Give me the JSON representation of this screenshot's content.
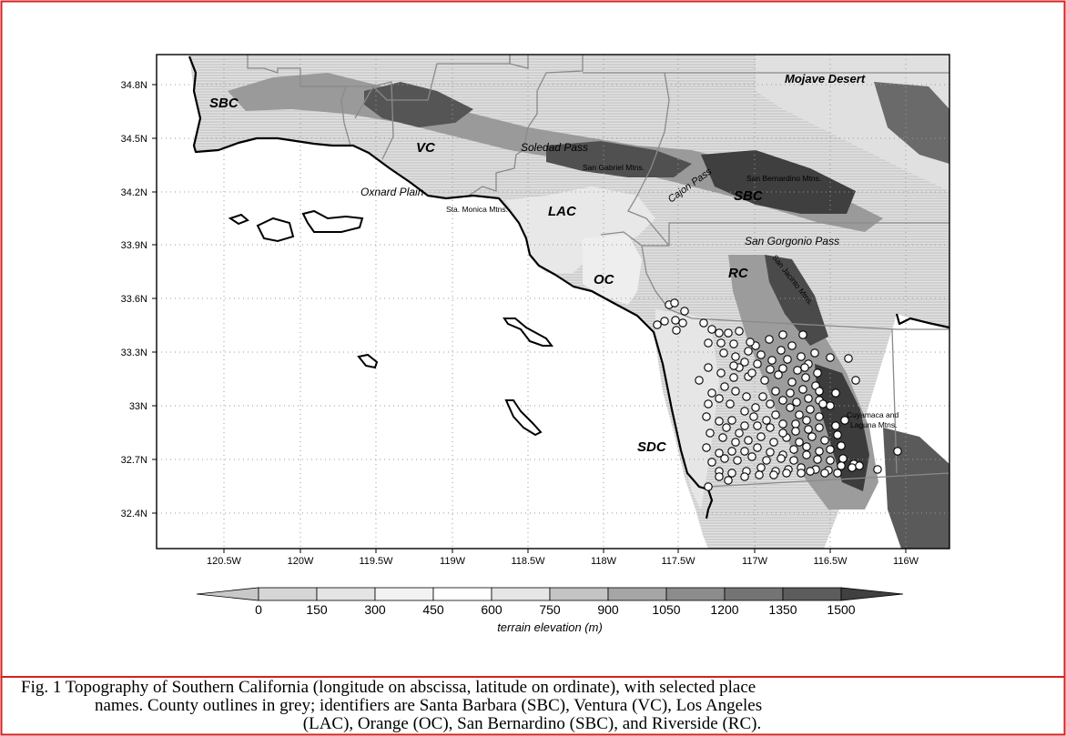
{
  "figure": {
    "frame_color": "#d62020",
    "caption": {
      "line1": "Fig. 1 Topography of Southern California (longitude on abscissa, latitude on ordinate), with selected place",
      "line2": "names.    County outlines in grey; identifiers are Santa Barbara (SBC), Ventura (VC), Los Angeles",
      "line3": "(LAC), Orange (OC), San Bernardino (SBC), and Riverside (RC)."
    }
  },
  "map": {
    "lon_ticks": [
      "120.5W",
      "120W",
      "119.5W",
      "119W",
      "118.5W",
      "118W",
      "117.5W",
      "117W",
      "116.5W",
      "116W"
    ],
    "lat_ticks": [
      "34.8N",
      "34.5N",
      "34.2N",
      "33.9N",
      "33.6N",
      "33.3N",
      "33N",
      "32.7N",
      "32.4N"
    ],
    "county_labels": {
      "sbc_west": "SBC",
      "vc": "VC",
      "lac": "LAC",
      "oc": "OC",
      "sbc_east": "SBC",
      "rc": "RC",
      "sdc": "SDC"
    },
    "place_labels": {
      "mojave": "Mojave Desert",
      "soledad": "Soledad Pass",
      "san_gabriel": "San Gabriel Mtns.",
      "cajon": "Cajon Pass",
      "san_bernardino": "San Bernardino Mtns.",
      "oxnard": "Oxnard Plain",
      "sta_monica": "Sta. Monica Mtns.",
      "san_gorgonio": "San Gorgonio Pass",
      "san_jacinto": "San Jacinto Mtns.",
      "cuyamaca_1": "Cuyamaca and",
      "cuyamaca_2": "Laguna Mtns."
    },
    "station_marker_color": "#ffffff"
  },
  "colorbar": {
    "ticks": [
      "0",
      "150",
      "300",
      "450",
      "600",
      "750",
      "900",
      "1050",
      "1200",
      "1350",
      "1500"
    ],
    "label": "terrain elevation (m)",
    "colors": [
      "#c8c8c8",
      "#d6d6d6",
      "#e4e4e4",
      "#f2f2f2",
      "#ffffff",
      "#e6e6e6",
      "#c4c4c4",
      "#a6a6a6",
      "#8c8c8c",
      "#747474",
      "#5c5c5c",
      "#404040"
    ]
  }
}
